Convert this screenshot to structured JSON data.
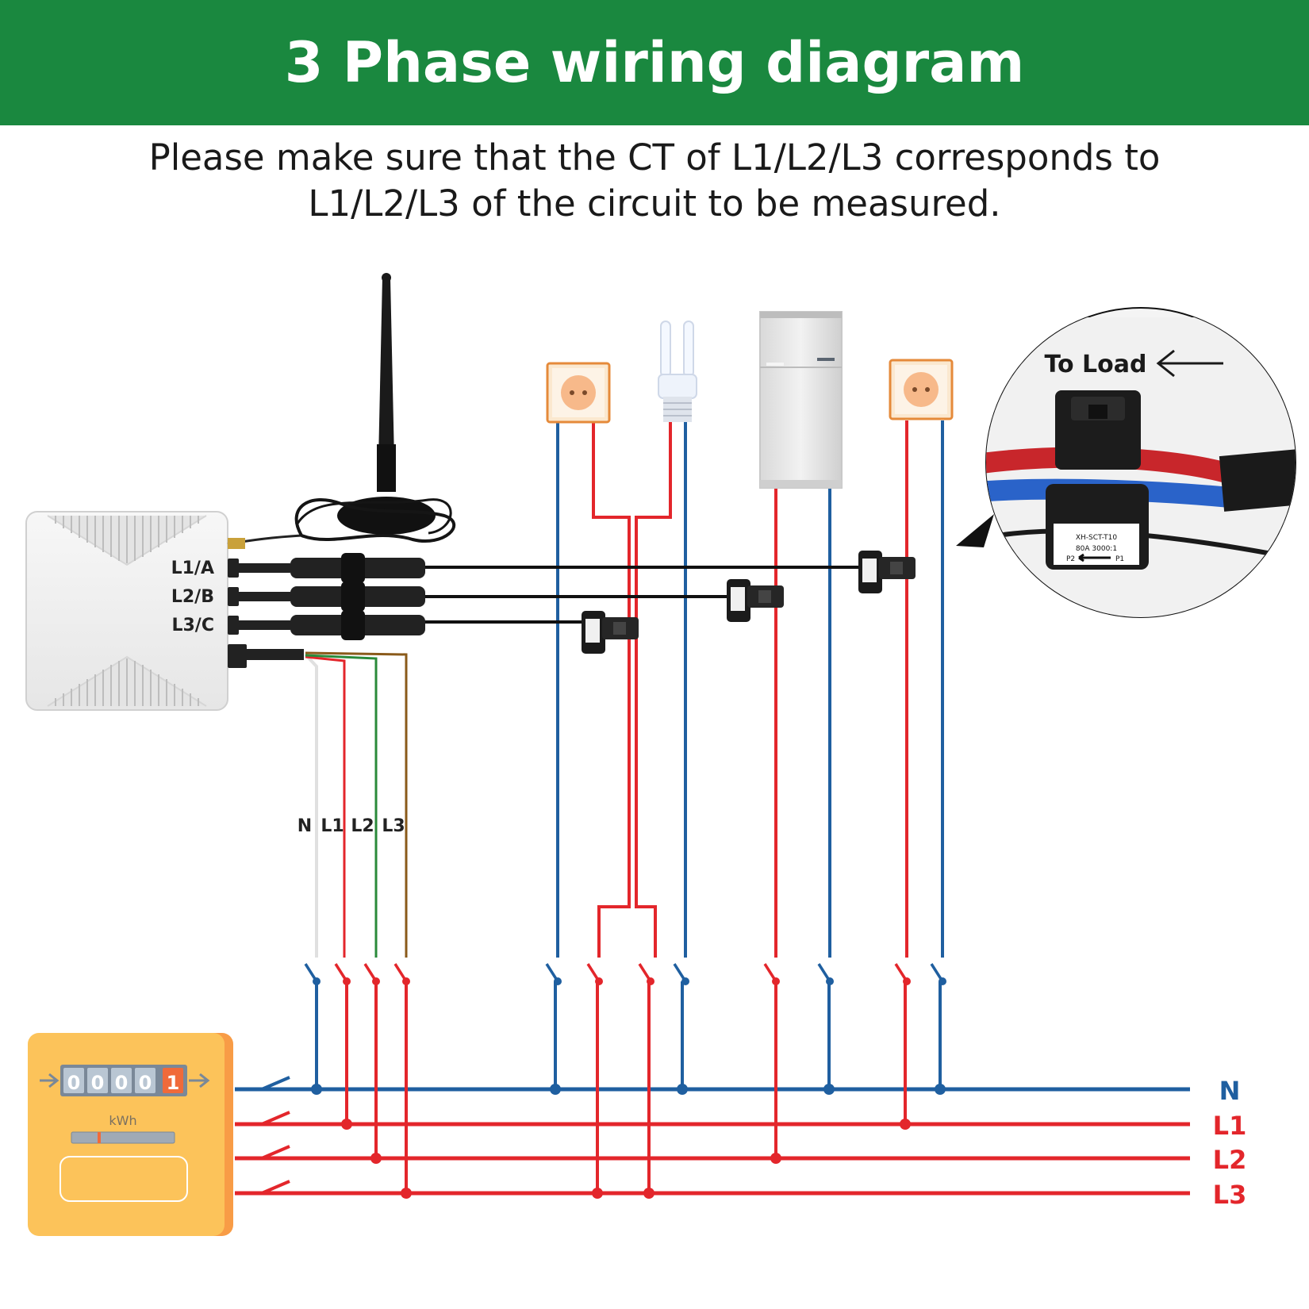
{
  "header": {
    "title": "3 Phase  wiring diagram"
  },
  "subtitle": {
    "line1": "Please make sure that the CT of L1/L2/L3 corresponds to",
    "line2": "L1/L2/L3 of the circuit to be measured."
  },
  "monitor": {
    "ports": [
      "L1/A",
      "L2/B",
      "L3/C"
    ]
  },
  "feed_labels": [
    "N",
    "L1",
    "L2",
    "L3"
  ],
  "bus_labels": [
    "N",
    "L1",
    "L2",
    "L3"
  ],
  "meter": {
    "digits": [
      "0",
      "0",
      "0",
      "0",
      "1"
    ],
    "unit": "kWh"
  },
  "inset": {
    "caption": "To Load",
    "ct_text": [
      "XH-SCT-T10",
      "80A 3000:1",
      "P2",
      "P1"
    ]
  },
  "colors": {
    "header_bg": "#1a883f",
    "neutral_wire": "#1f5fa0",
    "line_wire": "#e3262b",
    "l2_feed": "#2a8a3a",
    "l3_feed": "#8a5a1a",
    "bus_label": "#e3262b",
    "bus_label_n": "#1f5fa0",
    "meter_body": "#fcc35a"
  },
  "icons": [
    "antenna-icon",
    "socket-icon",
    "cfl-bulb-icon",
    "refrigerator-icon",
    "ct-clamp-icon",
    "energy-meter-icon",
    "arrow-left-icon"
  ]
}
